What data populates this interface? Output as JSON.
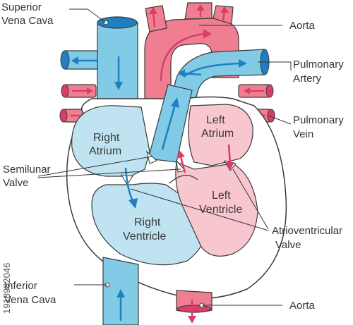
{
  "colors": {
    "blue": "#82cbe6",
    "blue_light": "#bfe3f1",
    "blue_dark": "#1f7fc0",
    "pink": "#ef7f90",
    "pink_light": "#f8c6cf",
    "pink_dark": "#d83e68",
    "outline": "#3a3a3a"
  },
  "labels": {
    "superior_vena_cava": [
      "Superior",
      "Vena Cava"
    ],
    "aorta_top": "Aorta",
    "pulmonary_artery": [
      "Pulmonary",
      "Artery"
    ],
    "pulmonary_vein": [
      "Pulmonary",
      "Vein"
    ],
    "semilunar_valve": [
      "Semilunar",
      "Valve"
    ],
    "atrioventricular_valve": [
      "Atrioventricular",
      "Valve"
    ],
    "inferior_vena_cava": [
      "Inferior",
      "Vena Cava"
    ],
    "aorta_bottom": "Aorta",
    "right_atrium": [
      "Right",
      "Atrium"
    ],
    "left_atrium": [
      "Left",
      "Atrium"
    ],
    "right_ventricle": [
      "Right",
      "Ventricle"
    ],
    "left_ventricle": [
      "Left",
      "Ventricle"
    ]
  },
  "watermark": "1918982046"
}
